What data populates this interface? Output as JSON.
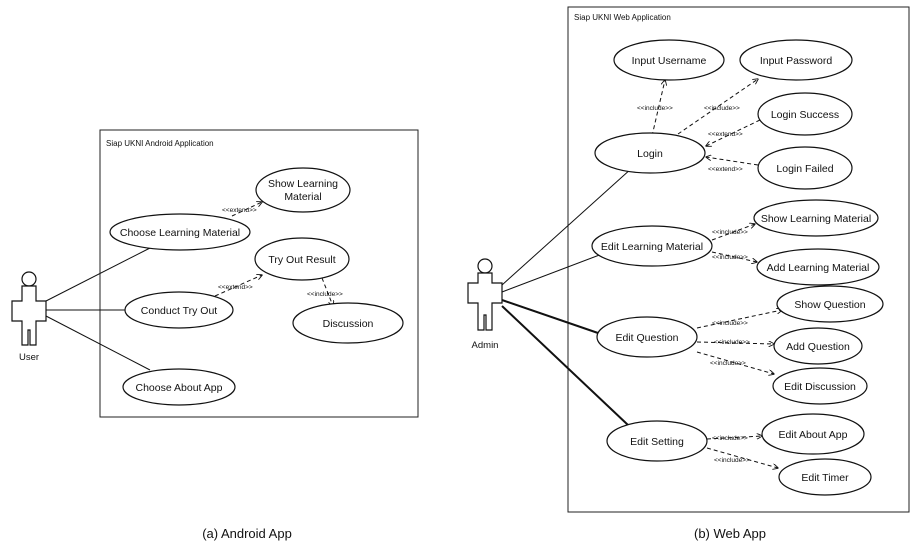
{
  "android": {
    "system": "Siap UKNI Android Application",
    "actor": "User",
    "use_cases": {
      "show_learning": [
        "Show Learning",
        "Material"
      ],
      "choose_learning": "Choose Learning Material",
      "try_out_result": "Try Out Result",
      "conduct_try_out": "Conduct Try Out",
      "discussion": "Discussion",
      "choose_about": "Choose About App"
    },
    "relations": {
      "extend1": "<<extend>>",
      "extend2": "<<extend>>",
      "include1": "<<include>>"
    },
    "caption": "(a) Android App"
  },
  "web": {
    "system": "Siap UKNI Web Application",
    "actor": "Admin",
    "use_cases": {
      "input_username": "Input Username",
      "input_password": "Input Password",
      "login": "Login",
      "login_success": "Login Success",
      "login_failed": "Login Failed",
      "edit_learning": "Edit Learning Material",
      "show_learning": "Show Learning Material",
      "add_learning": "Add Learning Material",
      "edit_question": "Edit Question",
      "show_question": "Show Question",
      "add_question": "Add Question",
      "edit_discussion": "Edit Discussion",
      "edit_setting": "Edit Setting",
      "edit_about": "Edit About App",
      "edit_timer": "Edit Timer"
    },
    "relations": {
      "inc_username": "<<include>>",
      "inc_password": "<<include>>",
      "ext_success": "<<extend>>",
      "ext_failed": "<<extend>>",
      "inc_show_learning": "<<include>>",
      "inc_add_learning": "<<include>>",
      "inc_show_question": "<<include>>",
      "inc_add_question": "<<include>>",
      "inc_edit_discussion": "<<include>>",
      "inc_edit_about": "<<include>>",
      "inc_edit_timer": "<<include>>"
    },
    "caption": "(b) Web App"
  }
}
